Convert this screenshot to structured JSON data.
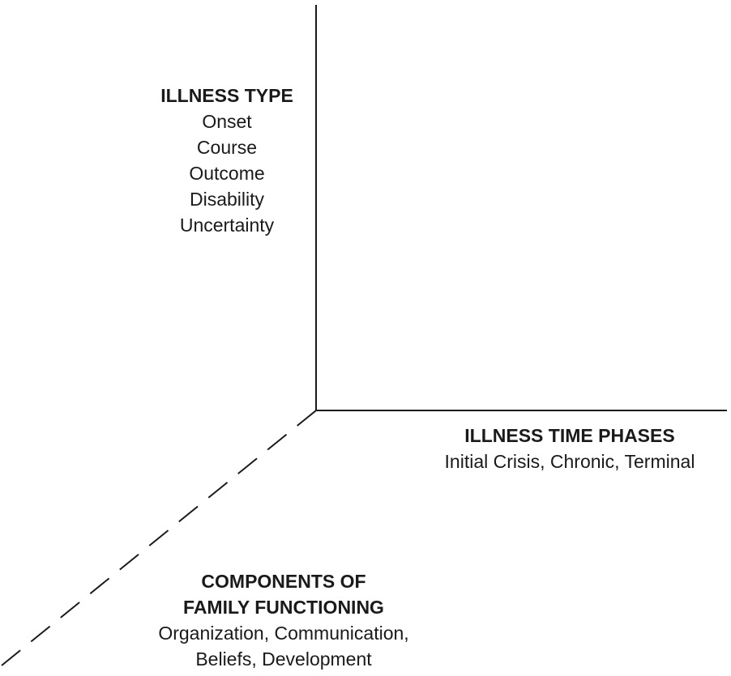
{
  "illness_type": {
    "heading": "ILLNESS TYPE",
    "items": [
      "Onset",
      "Course",
      "Outcome",
      "Disability",
      "Uncertainty"
    ]
  },
  "time_phases": {
    "heading": "ILLNESS TIME PHASES",
    "detail": "Initial Crisis, Chronic, Terminal"
  },
  "family_functioning": {
    "heading_line1": "COMPONENTS OF",
    "heading_line2": "FAMILY FUNCTIONING",
    "detail_line1": "Organization, Communication,",
    "detail_line2": "Beliefs, Development"
  }
}
